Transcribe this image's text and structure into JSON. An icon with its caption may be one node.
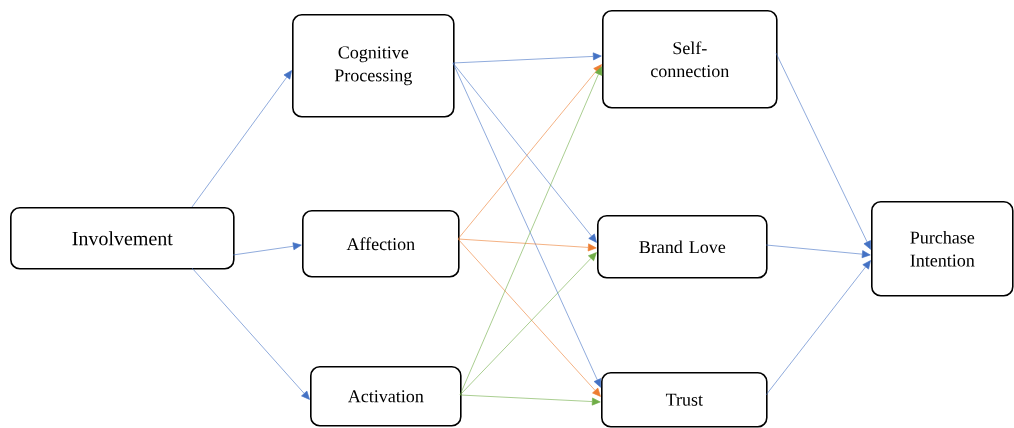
{
  "diagram": {
    "nodes": [
      {
        "text": [
          "Involvement"
        ]
      },
      {
        "text": [
          "Cognitive Processing"
        ]
      },
      {
        "text": [
          "Affection"
        ]
      },
      {
        "text": [
          "Activation"
        ]
      },
      {
        "text": [
          "Self-connection"
        ]
      },
      {
        "text": [
          "Brand Love"
        ]
      },
      {
        "text": [
          "Trust"
        ]
      },
      {
        "text": [
          "Purchase Intention"
        ]
      }
    ],
    "edges": [
      {
        "from": 0,
        "to": 1,
        "arrow": "to"
      },
      {
        "from": 0,
        "to": 2,
        "arrow": "to"
      },
      {
        "from": 0,
        "to": 3,
        "arrow": "to"
      },
      {
        "from": 1,
        "to": 4,
        "arrow": "to"
      },
      {
        "from": 1,
        "to": 5,
        "arrow": "to"
      },
      {
        "from": 1,
        "to": 6,
        "arrow": "to"
      },
      {
        "from": 2,
        "to": 4,
        "arrow": "to",
        "color": "#ed7d31"
      },
      {
        "from": 2,
        "to": 5,
        "arrow": "to",
        "color": "#ed7d31"
      },
      {
        "from": 2,
        "to": 6,
        "arrow": "to",
        "color": "#ed7d31"
      },
      {
        "from": 3,
        "to": 4,
        "arrow": "to",
        "color": "#70ad47"
      },
      {
        "from": 3,
        "to": 5,
        "arrow": "to",
        "color": "#70ad47"
      },
      {
        "from": 3,
        "to": 6,
        "arrow": "to",
        "color": "#70ad47"
      },
      {
        "from": 4,
        "to": 7,
        "arrow": "to"
      },
      {
        "from": 5,
        "to": 7,
        "arrow": "to"
      },
      {
        "from": 6,
        "to": 7,
        "arrow": "to"
      }
    ]
  }
}
